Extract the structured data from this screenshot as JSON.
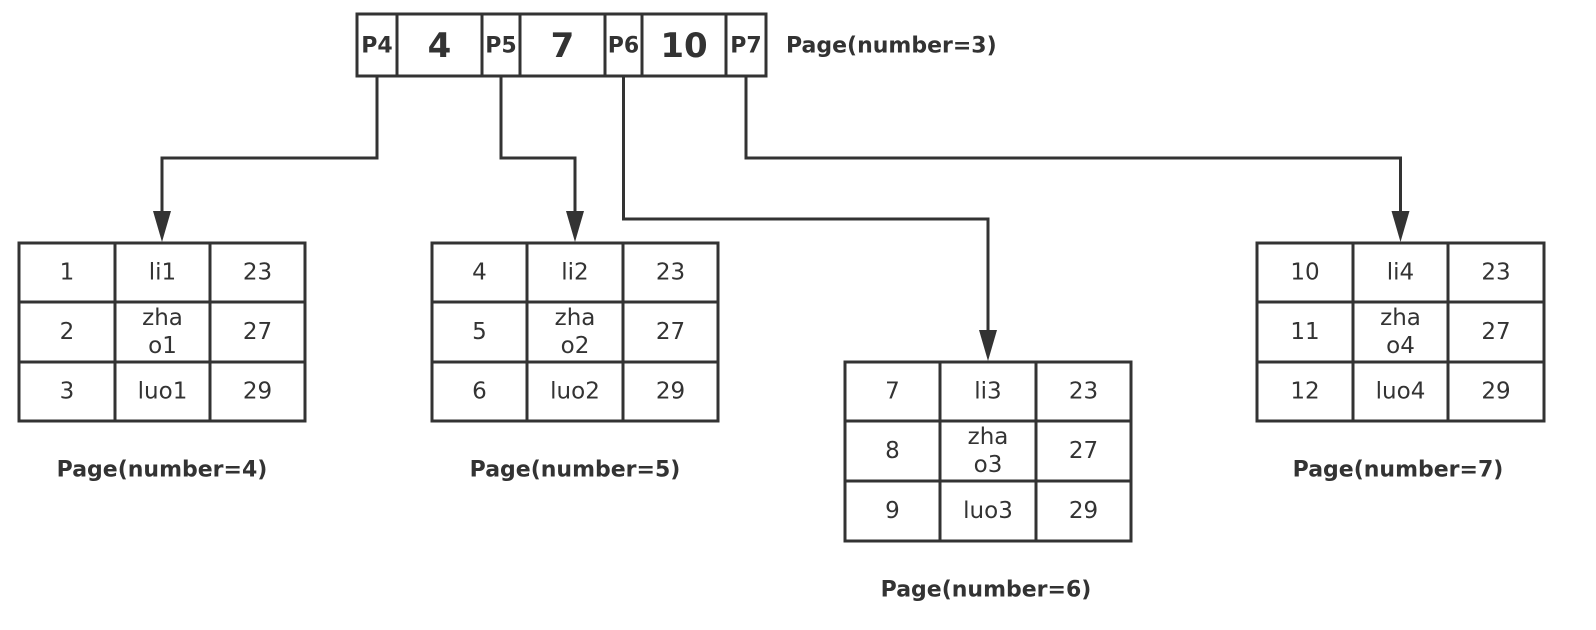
{
  "root": {
    "label": "Page(number=3)",
    "cells": [
      {
        "kind": "pointer",
        "text": "P4"
      },
      {
        "kind": "key",
        "text": "4"
      },
      {
        "kind": "pointer",
        "text": "P5"
      },
      {
        "kind": "key",
        "text": "7"
      },
      {
        "kind": "pointer",
        "text": "P6"
      },
      {
        "kind": "key",
        "text": "10"
      },
      {
        "kind": "pointer",
        "text": "P7"
      }
    ]
  },
  "leaves": [
    {
      "label": "Page(number=4)",
      "rows": [
        [
          "1",
          "li1",
          "23"
        ],
        [
          "2",
          "zha\no1",
          "27"
        ],
        [
          "3",
          "luo1",
          "29"
        ]
      ]
    },
    {
      "label": "Page(number=5)",
      "rows": [
        [
          "4",
          "li2",
          "23"
        ],
        [
          "5",
          "zha\no2",
          "27"
        ],
        [
          "6",
          "luo2",
          "29"
        ]
      ]
    },
    {
      "label": "Page(number=6)",
      "rows": [
        [
          "7",
          "li3",
          "23"
        ],
        [
          "8",
          "zha\no3",
          "27"
        ],
        [
          "9",
          "luo3",
          "29"
        ]
      ]
    },
    {
      "label": "Page(number=7)",
      "rows": [
        [
          "10",
          "li4",
          "23"
        ],
        [
          "11",
          "zha\no4",
          "27"
        ],
        [
          "12",
          "luo4",
          "29"
        ]
      ]
    }
  ],
  "links": [
    {
      "from": "P4",
      "to": "Page(number=4)"
    },
    {
      "from": "P5",
      "to": "Page(number=5)"
    },
    {
      "from": "P6",
      "to": "Page(number=6)"
    },
    {
      "from": "P7",
      "to": "Page(number=7)"
    }
  ]
}
